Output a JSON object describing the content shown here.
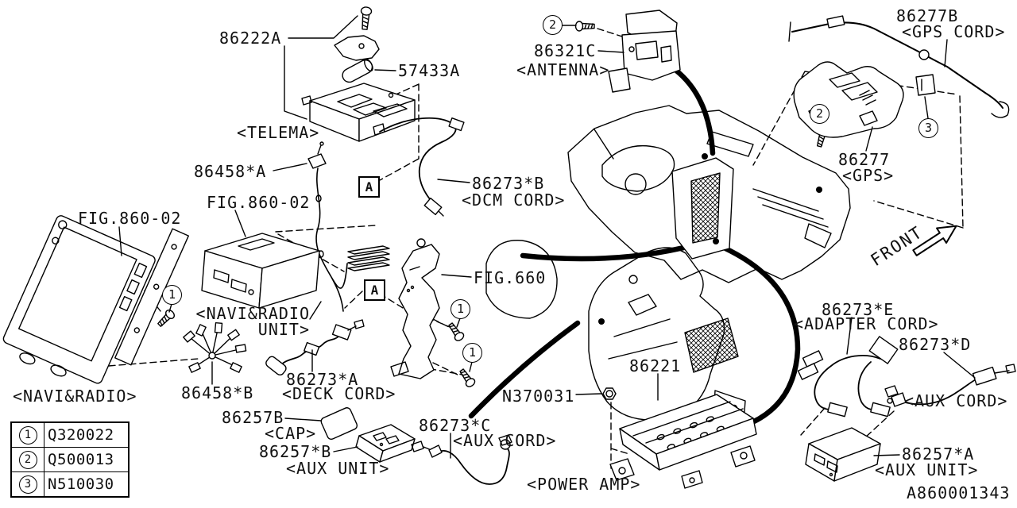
{
  "diagram_id": "A860001343",
  "front_label": "FRONT",
  "markers": {
    "section": "A",
    "n1": "1",
    "n2": "2",
    "n3": "3"
  },
  "legend": {
    "rows": [
      {
        "num": "1",
        "code": "Q320022"
      },
      {
        "num": "2",
        "code": "Q500013"
      },
      {
        "num": "3",
        "code": "N510030"
      }
    ]
  },
  "labels": {
    "telema_bracket_code": "86222A",
    "telema_pad_code": "57433A",
    "telema_caption": "<TELEMA>",
    "feeder_a_code": "86458*A",
    "fig_860_02": "FIG.860-02",
    "fig_860_02_b": "FIG.860-02",
    "fig_660": "FIG.660",
    "navi_radio_unit_caption_1": "<NAVI&RADIO",
    "navi_radio_unit_caption_2": "UNIT>",
    "navi_radio_caption": "<NAVI&RADIO>",
    "feeder_b_code": "86458*B",
    "deck_cord_code": "86273*A",
    "deck_cord_caption": "<DECK CORD>",
    "dcm_cord_code": "86273*B",
    "dcm_cord_caption": "<DCM CORD>",
    "antenna_code": "86321C",
    "antenna_caption": "<ANTENNA>",
    "gps_cord_code": "86277B",
    "gps_cord_caption": "<GPS CORD>",
    "gps_code": "86277",
    "gps_caption": "<GPS>",
    "power_amp_code": "86221",
    "power_amp_caption": "<POWER AMP>",
    "nut_code": "N370031",
    "cap_code": "86257B",
    "cap_caption": "<CAP>",
    "aux_unit_b_code": "86257*B",
    "aux_unit_b_caption": "<AUX UNIT>",
    "aux_cord_c_code": "86273*C",
    "aux_cord_c_caption": "<AUX CORD>",
    "adapter_cord_code": "86273*E",
    "adapter_cord_caption": "<ADAPTER CORD>",
    "aux_cord_d_code": "86273*D",
    "aux_cord_d_caption": "<AUX CORD>",
    "aux_unit_a_code": "86257*A",
    "aux_unit_a_caption": "<AUX UNIT>"
  }
}
